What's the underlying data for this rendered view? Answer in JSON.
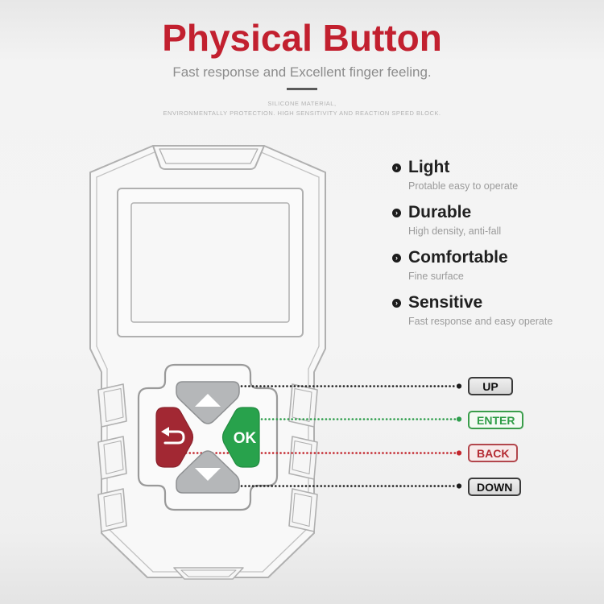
{
  "header": {
    "title": "Physical Button",
    "subtitle": "Fast response and Excellent finger feeling.",
    "note_line1": "SILICONE MATERIAL,",
    "note_line2": "ENVIRONMENTALLY PROTECTION. HIGH SENSITIVITY AND REACTION SPEED BLOCK.",
    "title_color": "#c2202f"
  },
  "features": [
    {
      "title": "Light",
      "desc": "Protable easy to operate"
    },
    {
      "title": "Durable",
      "desc": "High density, anti-fall"
    },
    {
      "title": "Comfortable",
      "desc": "Fine surface"
    },
    {
      "title": "Sensitive",
      "desc": "Fast response and easy operate"
    }
  ],
  "device": {
    "ok_label": "OK",
    "colors": {
      "ok_button": "#28a24c",
      "back_button": "#a22833",
      "arrow_buttons": "#b5b7b9",
      "outline": "#b0b0b0"
    }
  },
  "callouts": [
    {
      "label": "UP",
      "line_color": "#1f1f1f",
      "text_color": "#111111"
    },
    {
      "label": "ENTER",
      "line_color": "#2f9e4d",
      "text_color": "#2e9c46"
    },
    {
      "label": "BACK",
      "line_color": "#c3272e",
      "text_color": "#b42b33"
    },
    {
      "label": "DOWN",
      "line_color": "#1f1f1f",
      "text_color": "#111111"
    }
  ]
}
